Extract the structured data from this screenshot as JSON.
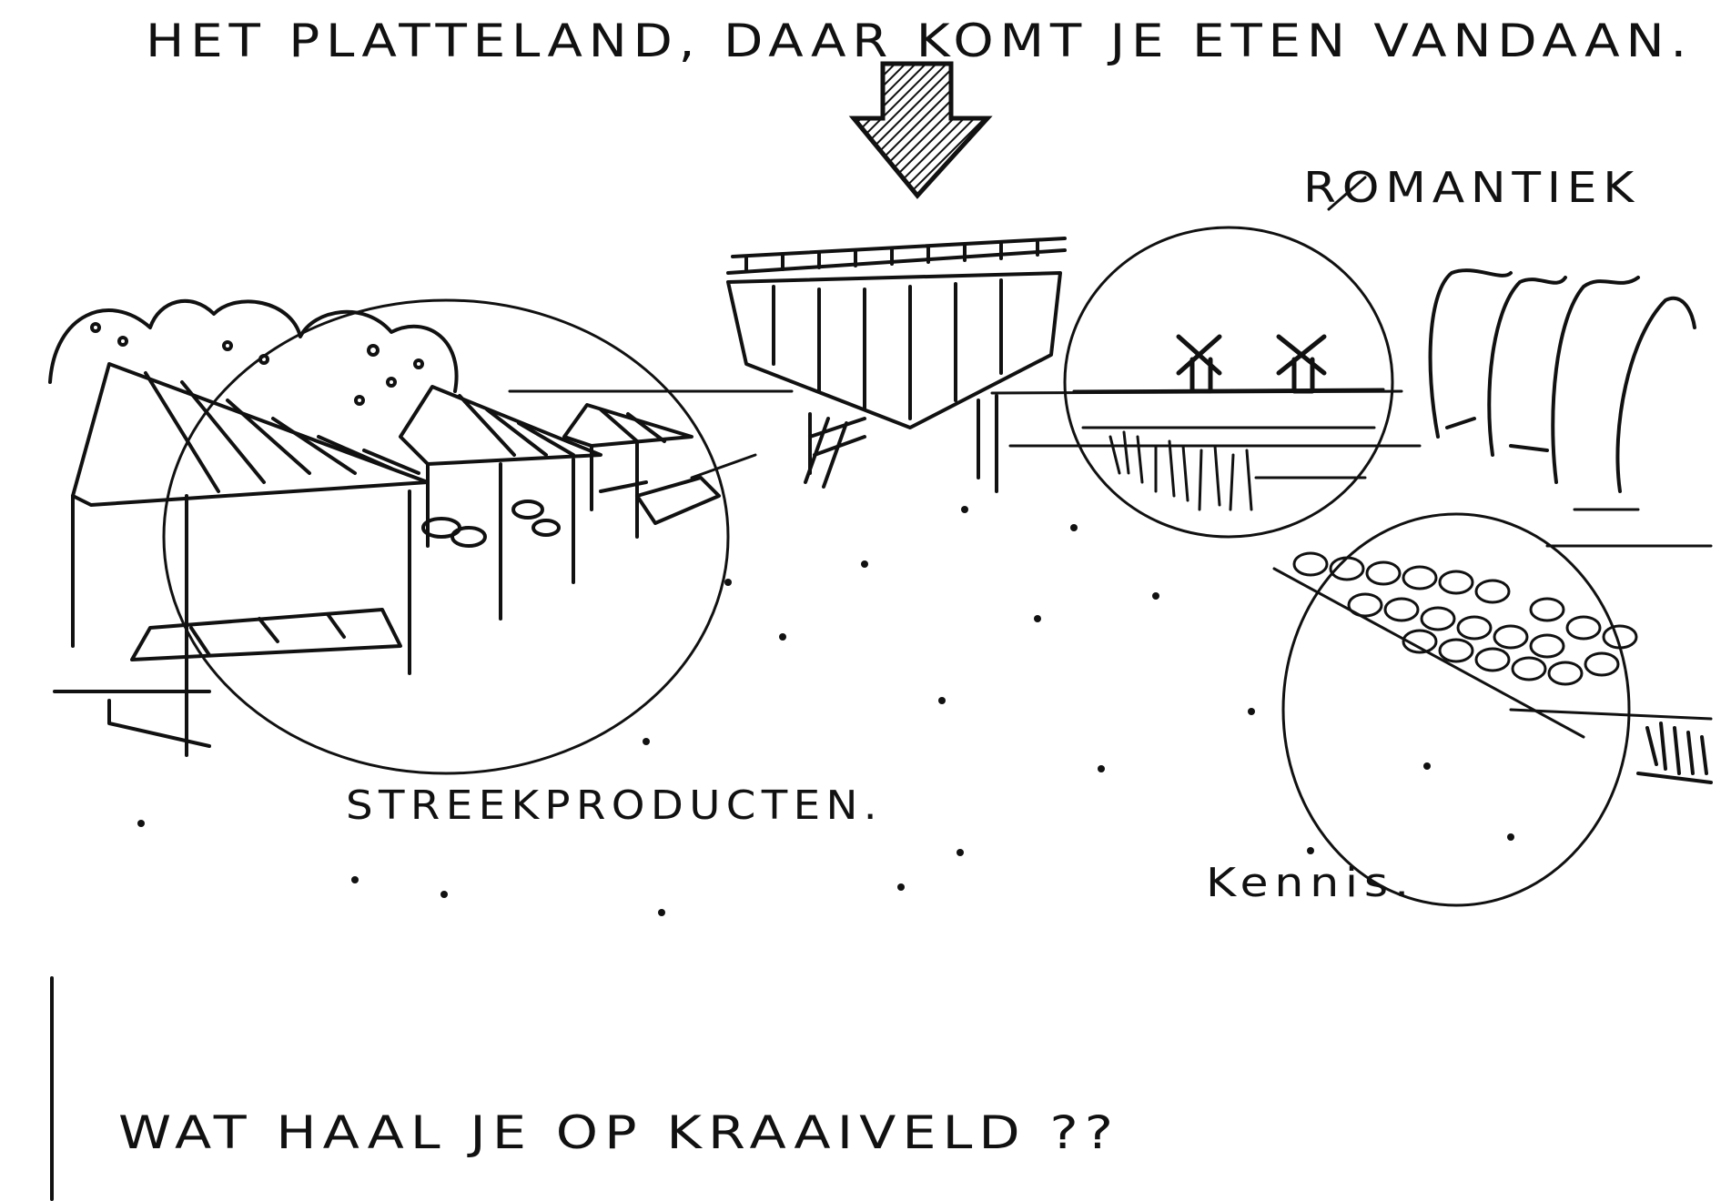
{
  "sketch": {
    "headline": "HET PLATTELAND, DAAR KOMT JE ETEN VANDAAN.",
    "labels": {
      "streekproducten": "STREEKPRODUCTEN.",
      "romantiek": "ROMANTIEK",
      "kennis": "Kennis."
    },
    "question": "WAT HAAL JE OP KRAAIVELD ??"
  },
  "colors": {
    "ink": "#111111",
    "paper": "#ffffff"
  }
}
